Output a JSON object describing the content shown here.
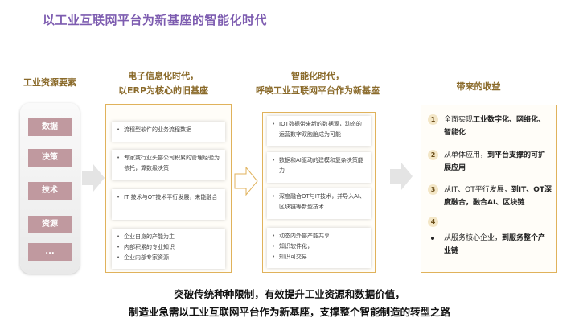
{
  "title": "以工业互联网平台为新基座的智能化时代",
  "col1": {
    "header": "工业资源要素",
    "items": [
      "数据",
      "决策",
      "技术",
      "资源",
      "..."
    ]
  },
  "col2": {
    "header_line1": "电子信息化时代，",
    "header_line2": "以ERP为核心的旧基座",
    "cards": [
      [
        "流程型软件的业务流程数据"
      ],
      [
        "专家或行业头部公司积累的管理经验为依托，算数级决策"
      ],
      [
        "IT 技术与OT技术平行发展，未能融合"
      ],
      [
        "企业自身的产能为主",
        "内部积累的专业知识",
        "企业内部专家资源"
      ]
    ]
  },
  "col3": {
    "header_line1": "智能化时代，",
    "header_line2": "呼唤工业互联网平台作为新基座",
    "cards": [
      [
        "IOT数据带来新的数据源，动态的运营数字双胞胎成为可能"
      ],
      [
        "数据和AI驱动的建模和复杂决策能力"
      ],
      [
        "深度融合OT与IT技术，并导入AI、区块链等新型技术"
      ],
      [
        "动态内外部产能共享",
        "知识软件化，",
        "知识可交易"
      ]
    ]
  },
  "col4": {
    "header": "带来的收益",
    "benefits": [
      {
        "badge": "1",
        "parts": [
          {
            "t": "全面实现",
            "b": false
          },
          {
            "t": "工业数字化、网络化、智能化",
            "b": true
          }
        ]
      },
      {
        "badge": "2",
        "parts": [
          {
            "t": "从单体应用，",
            "b": false
          },
          {
            "t": "到平台支撑的可扩展应用",
            "b": true
          }
        ]
      },
      {
        "badge": "3",
        "parts": [
          {
            "t": "从IT、OT平行发展，",
            "b": false
          },
          {
            "t": "到IT、OT深度融合，融合AI、区块链",
            "b": true
          }
        ]
      },
      {
        "badge": "4",
        "parts": [
          {
            "t": "从服务核心企业，",
            "b": false
          },
          {
            "t": "到服务整个产业链",
            "b": true
          }
        ]
      }
    ]
  },
  "footer_line1": "突破传统种种限制，有效提升工业资源和数据价值，",
  "footer_line2": "制造业急需以工业互联网平台作为新基座，支撑整个智能制造的转型之路",
  "colors": {
    "title": "#7d5cb0",
    "frame": "#e0b25b",
    "resource": "#c0999f",
    "header": "#8a6a2a"
  }
}
